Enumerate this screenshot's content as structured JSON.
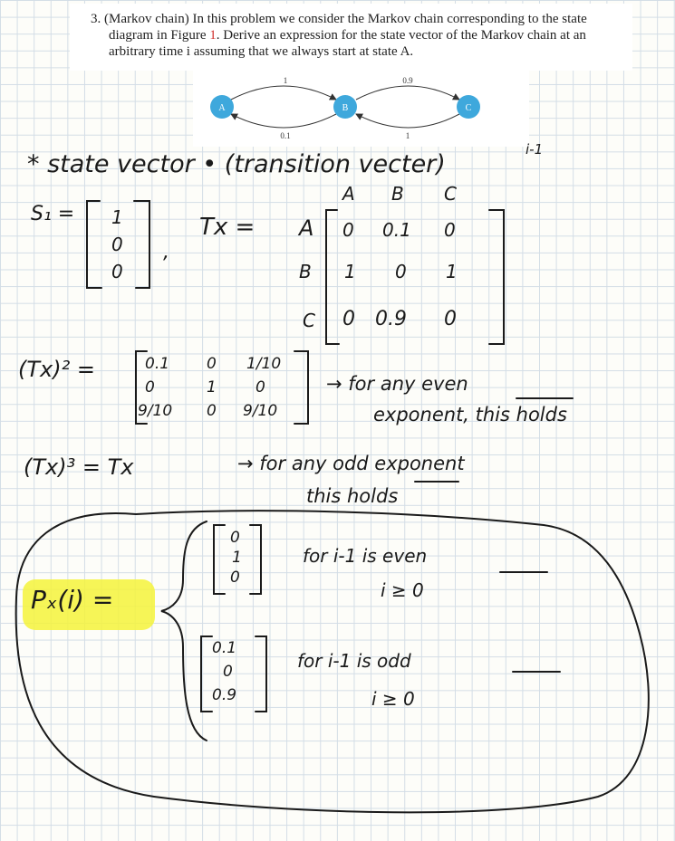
{
  "problem": {
    "number": "3.",
    "title": "(Markov chain)",
    "text_line1": "In this problem we consider the Markov chain corresponding to the state",
    "text_line2_pre": "diagram in Figure",
    "fig_ref": "1",
    "text_line2_post": ". Derive an expression for the state vector of the Markov chain at an",
    "text_line3": "arbitrary time i assuming that we always start at state A."
  },
  "diagram": {
    "nodes": [
      {
        "label": "A"
      },
      {
        "label": "B"
      },
      {
        "label": "C"
      }
    ],
    "edges": [
      {
        "from": "A",
        "to": "B",
        "label": "1"
      },
      {
        "from": "B",
        "to": "A",
        "label": "0.1"
      },
      {
        "from": "B",
        "to": "C",
        "label": "0.9"
      },
      {
        "from": "C",
        "to": "B",
        "label": "1"
      }
    ],
    "node_color": "#3ea8dc"
  },
  "notes": {
    "line1": "* state vector • (transition vecter)",
    "line1_exp": "i-1",
    "col_headers": [
      "A",
      "B",
      "C"
    ],
    "s1_label": "S₁ =",
    "s1_values": [
      "1",
      "0",
      "0"
    ],
    "s1_comma": ",",
    "tx_label": "Tx =",
    "row_labels": [
      "A",
      "B",
      "C"
    ],
    "tx_rows": [
      [
        "0",
        "0.1",
        "0"
      ],
      [
        "1",
        "0",
        "1"
      ],
      [
        "0",
        "0.9",
        "0"
      ]
    ],
    "tx2_label": "(Tx)² =",
    "tx2_rows": [
      [
        "0.1",
        "0",
        "1/10"
      ],
      [
        "0",
        "1",
        "0"
      ],
      [
        "9/10",
        "0",
        "9/10"
      ]
    ],
    "even_note_1": "→ for any even",
    "even_note_2": "exponent, this holds",
    "tx3_label": "(Tx)³ = Tx",
    "odd_note_1": "→ for any odd exponent",
    "odd_note_2": "this holds",
    "p_label": "Pₓ(i) =",
    "case1_vec": [
      "0",
      "1",
      "0"
    ],
    "case1_cond_1": "for   i-1 is even",
    "case1_cond_2": "i ≥ 0",
    "case2_vec": [
      "0.1",
      "0",
      "0.9"
    ],
    "case2_cond_1": "for   i-1 is odd",
    "case2_cond_2": "i ≥ 0",
    "ink_color": "#1a1a1a",
    "highlight_color": "#f4f33b"
  }
}
